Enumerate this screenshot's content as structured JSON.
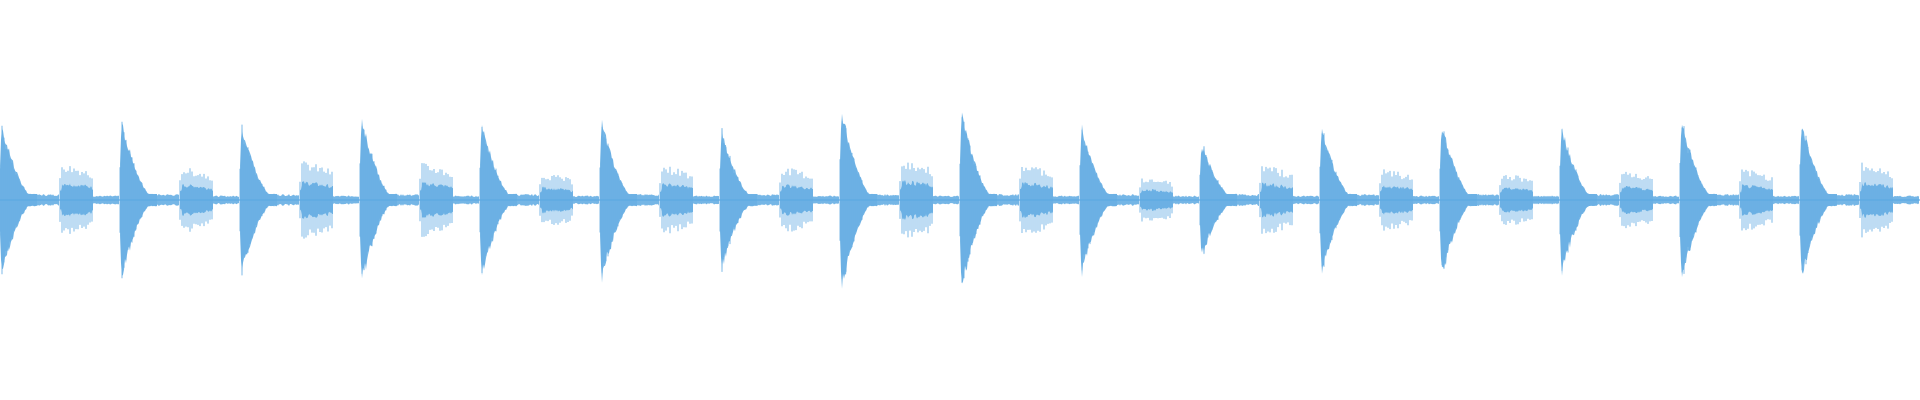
{
  "waveform": {
    "color": "#5DA9E2",
    "background": "#FFFFFF",
    "beat_count": 32,
    "beat_pattern": [
      "kick",
      "hat"
    ],
    "kick_peaks": [
      0.43,
      0.45,
      0.43,
      0.47,
      0.44,
      0.45,
      0.4,
      0.51,
      0.5,
      0.42,
      0.33,
      0.41,
      0.43,
      0.42,
      0.46,
      0.44
    ],
    "hat_peaks": [
      0.19,
      0.17,
      0.2,
      0.19,
      0.14,
      0.18,
      0.17,
      0.21,
      0.19,
      0.12,
      0.18,
      0.16,
      0.14,
      0.15,
      0.16,
      0.19
    ]
  }
}
